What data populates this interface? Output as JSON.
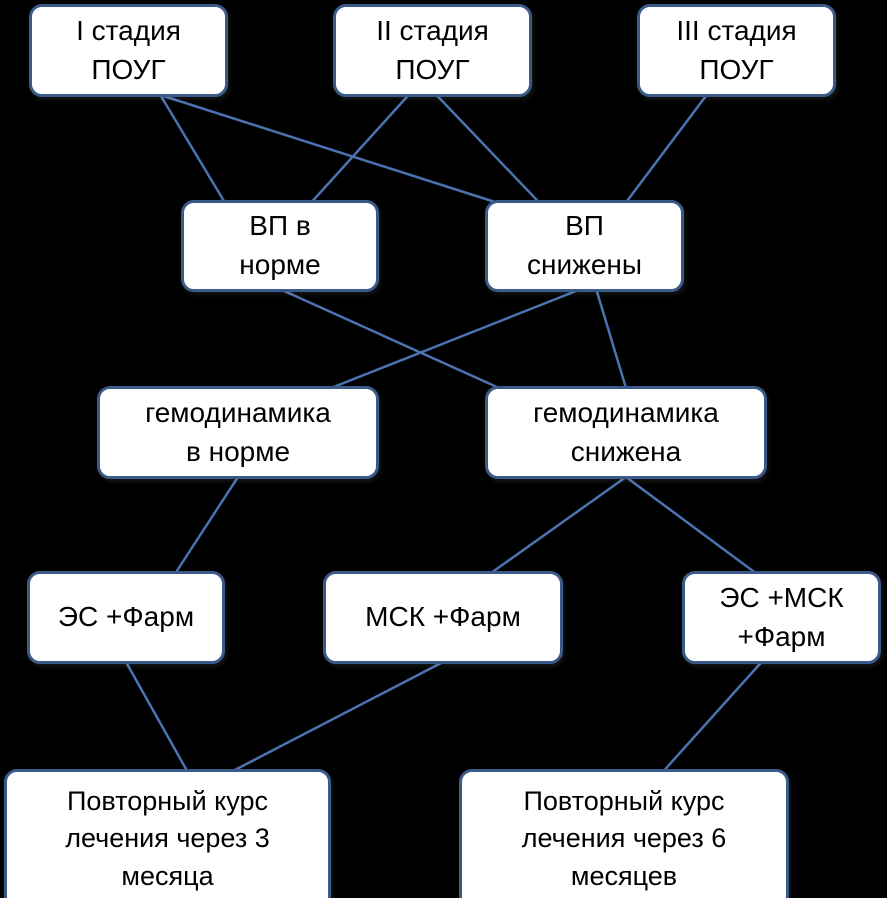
{
  "nodes": {
    "stage1": {
      "line1": "I стадия",
      "line2": "ПОУГ"
    },
    "stage2": {
      "line1": "II стадия",
      "line2": "ПОУГ"
    },
    "stage3": {
      "line1": "III стадия",
      "line2": "ПОУГ"
    },
    "vp_normal": {
      "line1": "ВП в",
      "line2": "норме"
    },
    "vp_reduced": {
      "line1": "ВП",
      "line2": "снижены"
    },
    "hemo_normal": {
      "line1": "гемодинамика",
      "line2": "в норме"
    },
    "hemo_reduced": {
      "line1": "гемодинамика",
      "line2": "снижена"
    },
    "es_farm": {
      "line1": "ЭС +Фарм"
    },
    "msk_farm": {
      "line1": "МСК +Фарм"
    },
    "es_msk_farm": {
      "line1": "ЭС +МСК",
      "line2": "+Фарм"
    },
    "repeat3": {
      "line1": "Повторный курс",
      "line2": "лечения через 3",
      "line3": "месяца"
    },
    "repeat6": {
      "line1": "Повторный курс",
      "line2": "лечения через 6",
      "line3": "месяцев"
    }
  },
  "connections": [
    [
      "stage1",
      "vp_normal"
    ],
    [
      "stage1",
      "vp_reduced"
    ],
    [
      "stage2",
      "vp_normal"
    ],
    [
      "stage2",
      "vp_reduced"
    ],
    [
      "stage3",
      "vp_reduced"
    ],
    [
      "vp_normal",
      "hemo_reduced"
    ],
    [
      "vp_reduced",
      "hemo_normal"
    ],
    [
      "vp_reduced",
      "hemo_reduced"
    ],
    [
      "hemo_normal",
      "es_farm"
    ],
    [
      "hemo_reduced",
      "msk_farm"
    ],
    [
      "hemo_reduced",
      "es_msk_farm"
    ],
    [
      "es_farm",
      "repeat3"
    ],
    [
      "msk_farm",
      "repeat3"
    ],
    [
      "es_msk_farm",
      "repeat6"
    ]
  ],
  "colors": {
    "background": "#000000",
    "box_fill": "#ffffff",
    "box_border": "#3b5a8a",
    "connector": "#4a73b0"
  }
}
